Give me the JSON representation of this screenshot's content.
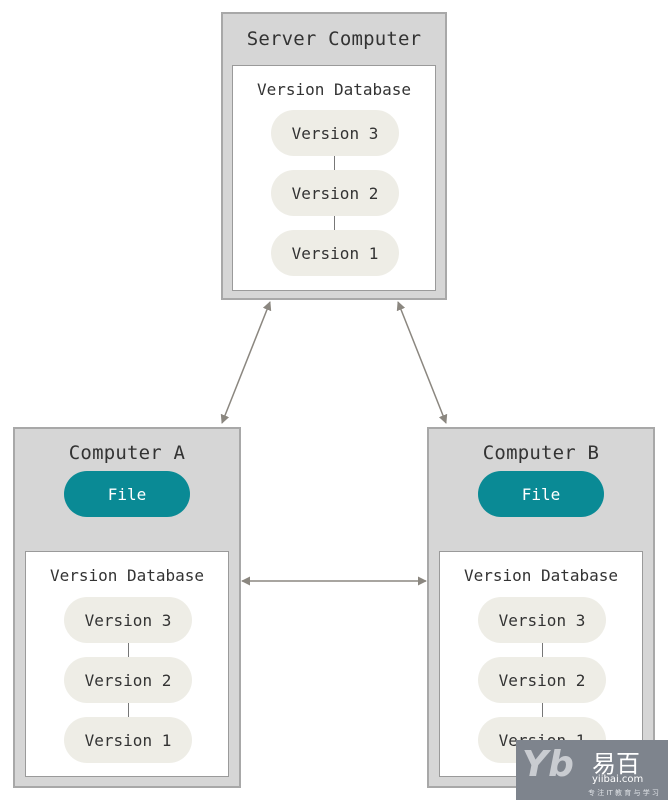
{
  "server": {
    "title": "Server Computer",
    "database_title": "Version Database",
    "versions": [
      "Version 3",
      "Version 2",
      "Version 1"
    ]
  },
  "computer_a": {
    "title": "Computer A",
    "file_label": "File",
    "database_title": "Version Database",
    "versions": [
      "Version 3",
      "Version 2",
      "Version 1"
    ]
  },
  "computer_b": {
    "title": "Computer B",
    "file_label": "File",
    "database_title": "Version Database",
    "versions": [
      "Version 3",
      "Version 2",
      "Version 1"
    ]
  },
  "watermark": {
    "logo": "Yb",
    "name": "易百",
    "url": "yiibai.com",
    "tagline": "专 注 IT 教 育 与 学 习"
  },
  "colors": {
    "computer_bg": "#d6d6d6",
    "pill_bg": "#eeede6",
    "file_bg": "#0a8a95",
    "arrow": "#8b8780"
  }
}
